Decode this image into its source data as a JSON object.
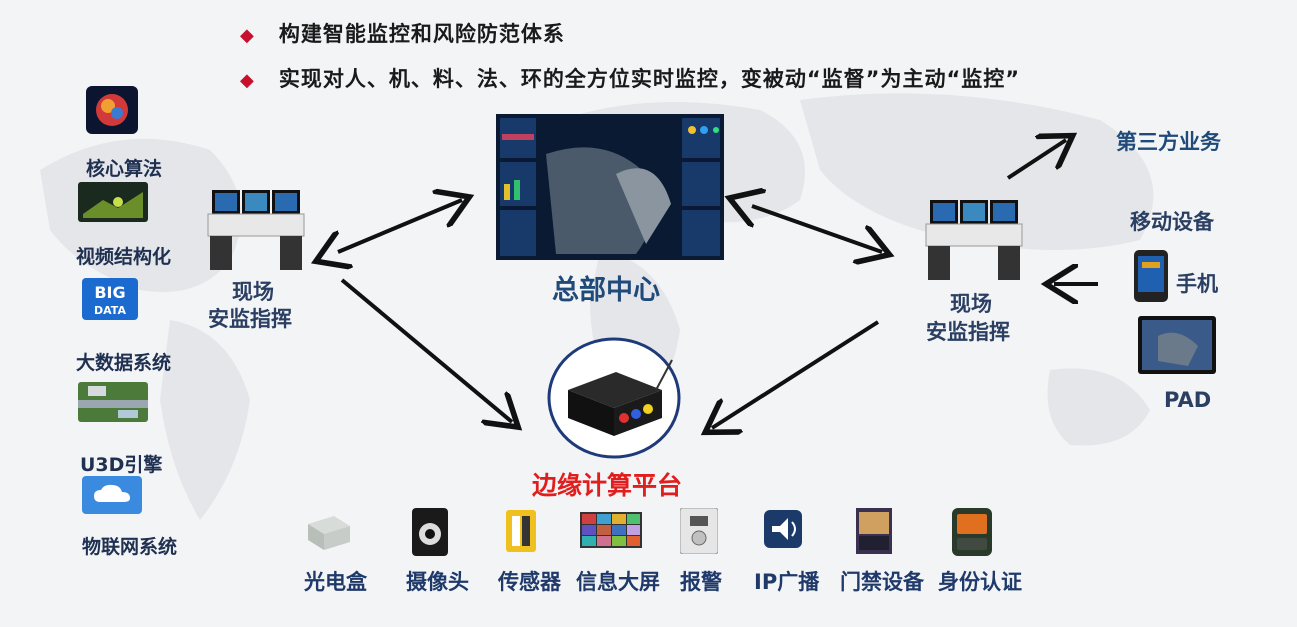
{
  "bullets": [
    "构建智能监控和风险防范体系",
    "实现对人、机、料、法、环的全方位实时监控，变被动“监督”为主动“监控”"
  ],
  "left_column": {
    "items": [
      "核心算法",
      "视频结构化",
      "大数据系统",
      "U3D引擎",
      "物联网系统"
    ],
    "big_data_icon_text": [
      "BIG",
      "DATA"
    ]
  },
  "left_station": {
    "line1": "现场",
    "line2": "安监指挥"
  },
  "right_station": {
    "line1": "现场",
    "line2": "安监指挥"
  },
  "hq": "总部中心",
  "edge": "边缘计算平台",
  "right_side": {
    "third_party": "第三方业务",
    "mobile": "移动设备",
    "phone": "手机",
    "pad": "PAD"
  },
  "devices": [
    "光电盒",
    "摄像头",
    "传感器",
    "信息大屏",
    "报警",
    "IP广播",
    "门禁设备",
    "身份认证"
  ],
  "colors": {
    "accent": "#c8102e",
    "edge_label": "#e01e1e",
    "label": "#2b3f63"
  }
}
